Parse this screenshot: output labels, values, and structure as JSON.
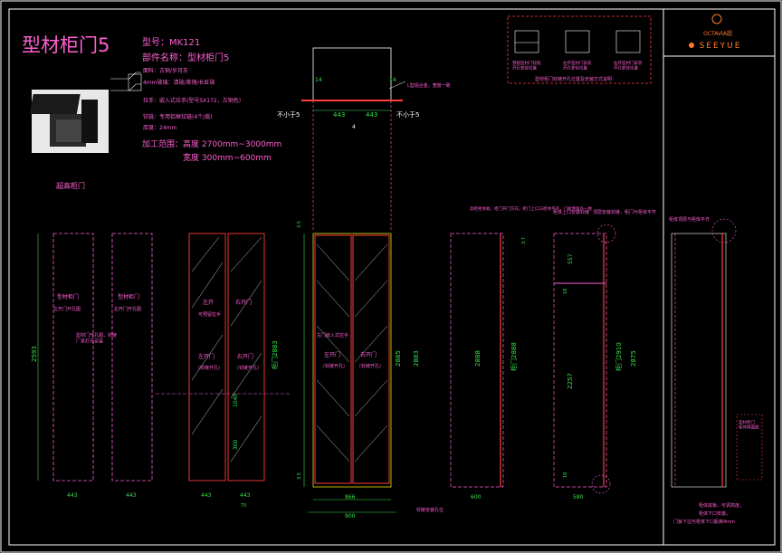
{
  "title": "型材柜门5",
  "info": {
    "model_no": "型号：MK121",
    "part_name": "部件名称：型材柜门5",
    "line1": "面料：古铜/岁月灰",
    "line2": "4mm玻璃：清玻/茶镜/长虹玻",
    "line3": "拉手：嵌入式拉手(型号SX172，古铜色)",
    "line4": "铰链：专用铝框铰链(4个/扇)",
    "line5": "厚度：24mm",
    "range_label": "加工范围：高度 2700mm~3000mm",
    "range_width": "宽度 300mm~600mm"
  },
  "section_label": "超高柜门",
  "top_view": {
    "dim_left": "443",
    "dim_right": "443",
    "dim_14_left": "14",
    "dim_14_right": "14",
    "note_left": "不小于5",
    "note_right": "不小于5",
    "note_center": "4",
    "callout": "L型铝合金，宽度一致"
  },
  "elevation_1": {
    "height": "2593",
    "width_a": "443",
    "width_b": "443",
    "door_left_label": "型材柜门",
    "door_left_sub": "左开门开孔图",
    "door_right_label": "型材柜门",
    "door_right_sub": "右开门开孔图",
    "middle_note": "型材门开孔图，铰链\n厂家打孔安装"
  },
  "elevation_2": {
    "width_a": "443",
    "width_b": "443",
    "label_l_top": "左开",
    "label_l_sub": "可预留拉手",
    "label_r_top": "右开门",
    "label_l_mid": "左开门",
    "label_l_mid_sub": "(铰链开孔)",
    "label_r_mid": "右开门",
    "label_r_mid_sub": "(铰链开孔)",
    "dim_mid": "1040",
    "dim_low": "300",
    "dim_bottom": "75"
  },
  "elevation_3": {
    "width": "866",
    "width_total": "900",
    "height": "2885",
    "height_outer": "2883",
    "dim_top": "3.5",
    "dim_bottom": "3.5",
    "label_center": "左门嵌入式拉手",
    "label_l": "左开门",
    "label_l_sub": "(铰链开孔)",
    "label_r": "右开门",
    "label_r_sub": "(铰链开孔)",
    "side_label": "柜门2883",
    "foot_note": "铰链安装孔位"
  },
  "elevation_4": {
    "width": "600",
    "height": "2888",
    "side_label": "柜门2888",
    "dim_top": "3.7",
    "note_top": "高柜柜体板，柜门开门方向，柜门上口与柜体平齐，门板预留外一致"
  },
  "elevation_5": {
    "width": "580",
    "upper": "557",
    "lower": "2257",
    "side_label": "柜门2910",
    "dim_2875": "2875",
    "dim_18a": "18",
    "dim_18b": "18",
    "note_a": "柜体上口安装铰链",
    "note_b": "顶层安装铰链，柜门与柜体平齐"
  },
  "elevation_6": {
    "note_top": "柜体顶层与柜体平齐",
    "note_box": "型材柜门\n柜体侧面图",
    "note_bottom_1": "柜体底板，可调高度，",
    "note_bottom_2": "柜体下口安装，",
    "note_bottom_3": "门板下边与柜体下口距离4mm"
  },
  "legend_box": {
    "caption_1": "预留型材门铰链\n开孔安装位置",
    "caption_2": "左开型材门安装\n开孔安装位置",
    "caption_3": "右开型材门安装\n开孔安装位置",
    "footer": "型材柜门铰链开孔位置及安装方式说明"
  },
  "brand": {
    "logo_top": "OCTAVIA超",
    "logo_main": "SEEYUE"
  },
  "colors": {
    "magenta": "#ff5fd2",
    "green": "#35e04a",
    "red": "#ff3b3b",
    "white": "#ffffff",
    "yellow": "#e6e600",
    "orange": "#ff7a2a"
  }
}
